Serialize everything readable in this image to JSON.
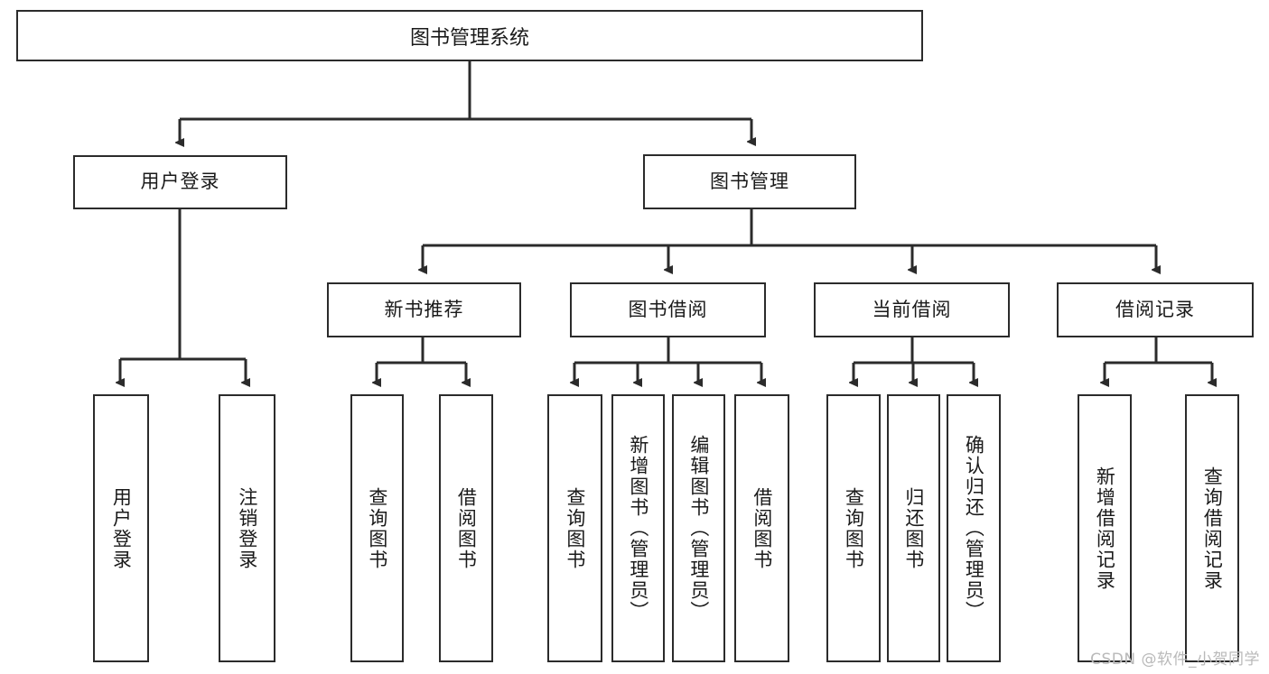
{
  "diagram": {
    "title": "图书管理系统",
    "type": "功能结构图",
    "style": {
      "border_color": "#2b2b2b",
      "background": "#ffffff",
      "text_color": "#1a1a1a",
      "watermark_color": "#b9b9b9"
    },
    "root": {
      "label": "图书管理系统"
    },
    "level2": [
      {
        "label": "用户登录"
      },
      {
        "label": "图书管理"
      }
    ],
    "level3": [
      {
        "label": "新书推荐"
      },
      {
        "label": "图书借阅"
      },
      {
        "label": "当前借阅"
      },
      {
        "label": "借阅记录"
      }
    ],
    "leaves": [
      {
        "label": "用户登录"
      },
      {
        "label": "注销登录"
      },
      {
        "label": "查询图书"
      },
      {
        "label": "借阅图书"
      },
      {
        "label": "查询图书"
      },
      {
        "label": "新增图书（管理员）"
      },
      {
        "label": "编辑图书（管理员）"
      },
      {
        "label": "借阅图书"
      },
      {
        "label": "查询图书"
      },
      {
        "label": "归还图书"
      },
      {
        "label": "确认归还（管理员）"
      },
      {
        "label": "新增借阅记录"
      },
      {
        "label": "查询借阅记录"
      }
    ],
    "watermark": "CSDN @软件_小贺同学"
  }
}
